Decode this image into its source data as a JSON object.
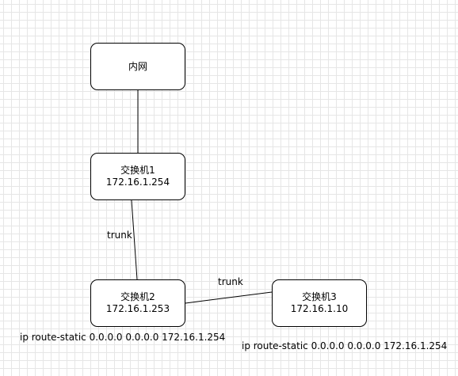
{
  "nodes": {
    "intranet": {
      "name": "内网"
    },
    "switch1": {
      "name": "交换机1",
      "ip": "172.16.1.254"
    },
    "switch2": {
      "name": "交换机2",
      "ip": "172.16.1.253"
    },
    "switch3": {
      "name": "交换机3",
      "ip": "172.16.1.10"
    }
  },
  "edges": [
    {
      "from": "intranet",
      "to": "switch1",
      "label": ""
    },
    {
      "from": "switch1",
      "to": "switch2",
      "label": "trunk"
    },
    {
      "from": "switch2",
      "to": "switch3",
      "label": "trunk"
    }
  ],
  "annotations": {
    "switch2_route": "ip route-static 0.0.0.0 0.0.0.0 172.16.1.254",
    "switch3_route": "ip route-static 0.0.0.0 0.0.0.0 172.16.1.254"
  }
}
